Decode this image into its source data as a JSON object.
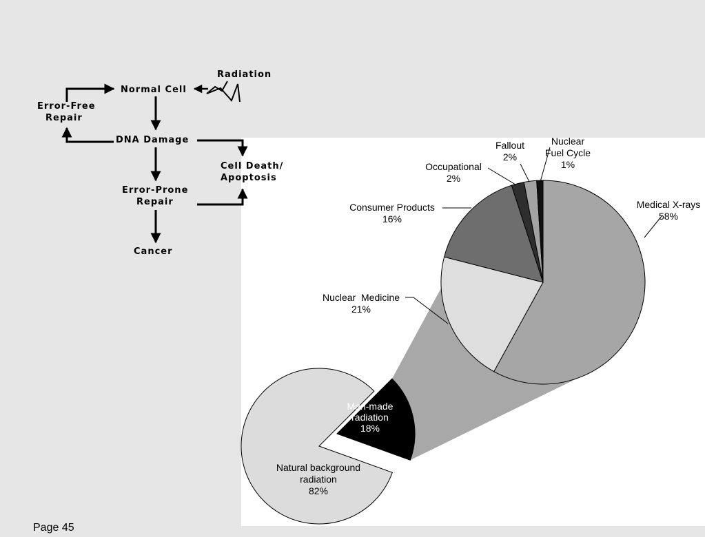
{
  "flowchart": {
    "radiation": "Radiation",
    "normal_cell": "Normal Cell",
    "dna_damage": "DNA Damage",
    "error_free_repair": [
      "Error-Free",
      "Repair"
    ],
    "error_prone_repair": [
      "Error-Prone",
      "Repair"
    ],
    "cell_death": [
      "Cell Death/",
      "Apoptosis"
    ],
    "cancer": "Cancer"
  },
  "chart_data": [
    {
      "type": "pie",
      "slices": [
        {
          "label": "Natural background radiation",
          "value": 82
        },
        {
          "label": "Man-made radiation",
          "value": 18
        }
      ],
      "labels": {
        "natural": [
          "Natural background",
          "radiation",
          "82%"
        ],
        "manmade": [
          "Man-made",
          "radiation",
          "18%"
        ]
      },
      "colors": {
        "natural": "#dcdcdc",
        "manmade": "#000000"
      }
    },
    {
      "type": "pie",
      "slices": [
        {
          "label": "Medical X-rays",
          "value": 58
        },
        {
          "label": "Nuclear Medicine",
          "value": 21
        },
        {
          "label": "Consumer Products",
          "value": 16
        },
        {
          "label": "Occupational",
          "value": 2
        },
        {
          "label": "Fallout",
          "value": 2
        },
        {
          "label": "Nuclear Fuel Cycle",
          "value": 1
        }
      ],
      "labels": {
        "medical": [
          "Medical X-rays",
          "58%"
        ],
        "nuclear_medicine": [
          "Nuclear  Medicine",
          "21%"
        ],
        "consumer": [
          "Consumer Products",
          "16%"
        ],
        "occupational": [
          "Occupational",
          "2%"
        ],
        "fallout": [
          "Fallout",
          "2%"
        ],
        "fuel": [
          "Nuclear",
          "Fuel Cycle",
          "1%"
        ]
      },
      "colors": {
        "medical": "#a6a6a6",
        "nuclear_medicine": "#dedede",
        "consumer": "#6e6e6e",
        "occupational": "#2e2e2e",
        "fallout": "#a3a3a3",
        "fuel": "#111111",
        "connector": "#a8a8a8"
      }
    }
  ],
  "footer": {
    "page": "Page 45"
  }
}
